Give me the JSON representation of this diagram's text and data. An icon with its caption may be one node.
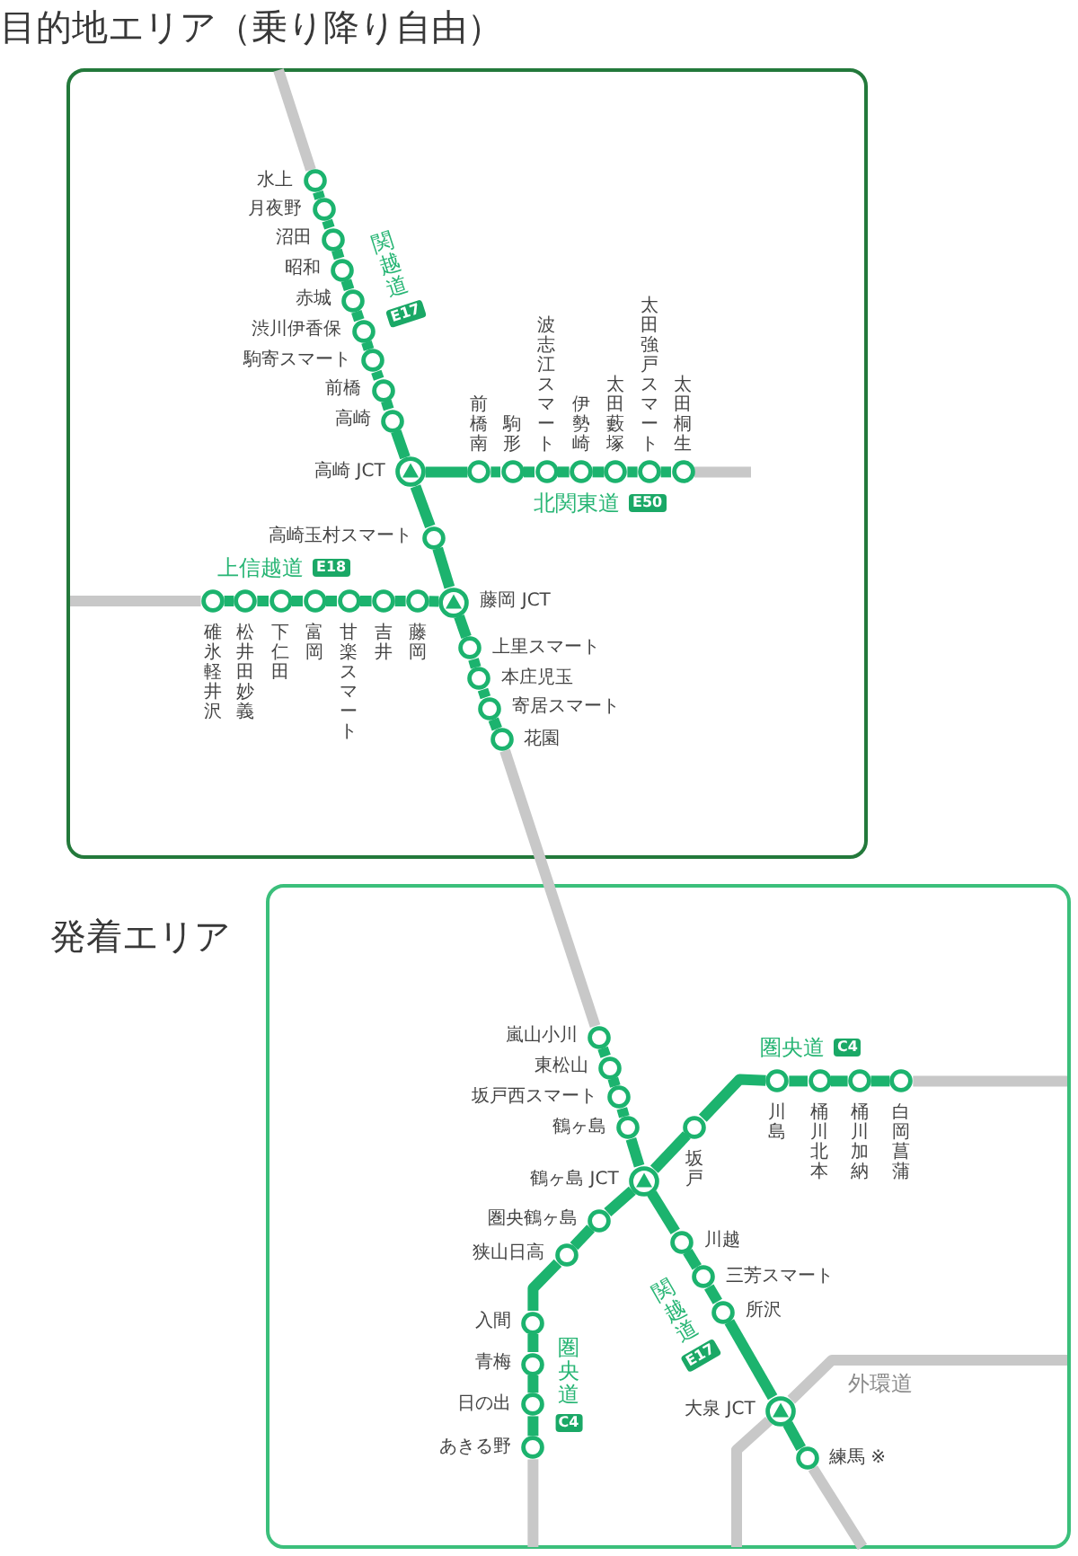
{
  "diagram": {
    "nodes": [
      {
        "text": [
          "目的地エリア（乗り降り自由）"
        ]
      },
      {
        "text": [],
        "shape": "circle",
        "in": 0,
        "beside": [
          "水上"
        ]
      },
      {
        "text": [],
        "shape": "circle",
        "in": 0,
        "beside": [
          "月夜野"
        ]
      },
      {
        "text": [],
        "shape": "circle",
        "in": 0,
        "beside": [
          "沼田"
        ]
      },
      {
        "text": [],
        "shape": "circle",
        "in": 0,
        "beside": [
          "昭和"
        ]
      },
      {
        "text": [],
        "shape": "circle",
        "in": 0,
        "beside": [
          "赤城"
        ]
      },
      {
        "text": [],
        "shape": "circle",
        "in": 0,
        "beside": [
          "渋川伊香保"
        ]
      },
      {
        "text": [],
        "shape": "circle",
        "in": 0,
        "beside": [
          "駒寄スマート"
        ]
      },
      {
        "text": [],
        "shape": "circle",
        "in": 0,
        "beside": [
          "前橋"
        ]
      },
      {
        "text": [],
        "shape": "circle",
        "in": 0,
        "beside": [
          "高崎"
        ]
      },
      {
        "text": [],
        "shape": "triangle",
        "in": 0,
        "beside": [
          "高崎 JCT"
        ]
      },
      {
        "text": [],
        "shape": "circle",
        "in": 0,
        "beside": [
          "前橋南"
        ]
      },
      {
        "text": [],
        "shape": "circle",
        "in": 0,
        "beside": [
          "駒形"
        ]
      },
      {
        "text": [],
        "shape": "circle",
        "in": 0,
        "beside": [
          "波志江スマート"
        ]
      },
      {
        "text": [],
        "shape": "circle",
        "in": 0,
        "beside": [
          "伊勢崎"
        ]
      },
      {
        "text": [],
        "shape": "circle",
        "in": 0,
        "beside": [
          "太田藪塚"
        ]
      },
      {
        "text": [],
        "shape": "circle",
        "in": 0,
        "beside": [
          "太田強戸スマート"
        ]
      },
      {
        "text": [],
        "shape": "circle",
        "in": 0,
        "beside": [
          "太田桐生"
        ]
      },
      {
        "text": [],
        "shape": "circle",
        "in": 0,
        "beside": [
          "高崎玉村スマート"
        ]
      },
      {
        "text": [],
        "shape": "triangle",
        "in": 0,
        "beside": [
          "藤岡 JCT"
        ]
      },
      {
        "text": [],
        "shape": "circle",
        "in": 0,
        "beside": [
          "碓氷軽井沢"
        ]
      },
      {
        "text": [],
        "shape": "circle",
        "in": 0,
        "beside": [
          "松井田妙義"
        ]
      },
      {
        "text": [],
        "shape": "circle",
        "in": 0,
        "beside": [
          "下仁田"
        ]
      },
      {
        "text": [],
        "shape": "circle",
        "in": 0,
        "beside": [
          "富岡"
        ]
      },
      {
        "text": [],
        "shape": "circle",
        "in": 0,
        "beside": [
          "甘楽スマート"
        ]
      },
      {
        "text": [],
        "shape": "circle",
        "in": 0,
        "beside": [
          "吉井"
        ]
      },
      {
        "text": [],
        "shape": "circle",
        "in": 0,
        "beside": [
          "藤岡"
        ]
      },
      {
        "text": [],
        "shape": "circle",
        "in": 0,
        "beside": [
          "上里スマート"
        ]
      },
      {
        "text": [],
        "shape": "circle",
        "in": 0,
        "beside": [
          "本庄児玉"
        ]
      },
      {
        "text": [],
        "shape": "circle",
        "in": 0,
        "beside": [
          "寄居スマート"
        ]
      },
      {
        "text": [],
        "shape": "circle",
        "in": 0,
        "beside": [
          "花園"
        ]
      },
      {
        "text": [
          "発着エリア"
        ]
      },
      {
        "text": [],
        "shape": "circle",
        "in": 31,
        "beside": [
          "嵐山小川"
        ]
      },
      {
        "text": [],
        "shape": "circle",
        "in": 31,
        "beside": [
          "東松山"
        ]
      },
      {
        "text": [],
        "shape": "circle",
        "in": 31,
        "beside": [
          "坂戸西スマート"
        ]
      },
      {
        "text": [],
        "shape": "circle",
        "in": 31,
        "beside": [
          "鶴ヶ島"
        ]
      },
      {
        "text": [],
        "shape": "triangle",
        "in": 31,
        "beside": [
          "鶴ヶ島 JCT"
        ]
      },
      {
        "text": [],
        "shape": "circle",
        "in": 31,
        "beside": [
          "坂戸"
        ]
      },
      {
        "text": [],
        "shape": "circle",
        "in": 31,
        "beside": [
          "川島"
        ]
      },
      {
        "text": [],
        "shape": "circle",
        "in": 31,
        "beside": [
          "桶川北本"
        ]
      },
      {
        "text": [],
        "shape": "circle",
        "in": 31,
        "beside": [
          "桶川加納"
        ]
      },
      {
        "text": [],
        "shape": "circle",
        "in": 31,
        "beside": [
          "白岡菖蒲"
        ]
      },
      {
        "text": [],
        "shape": "circle",
        "in": 31,
        "beside": [
          "圏央鶴ヶ島"
        ]
      },
      {
        "text": [],
        "shape": "circle",
        "in": 31,
        "beside": [
          "狭山日高"
        ]
      },
      {
        "text": [],
        "shape": "circle",
        "in": 31,
        "beside": [
          "入間"
        ]
      },
      {
        "text": [],
        "shape": "circle",
        "in": 31,
        "beside": [
          "青梅"
        ]
      },
      {
        "text": [],
        "shape": "circle",
        "in": 31,
        "beside": [
          "日の出"
        ]
      },
      {
        "text": [],
        "shape": "circle",
        "in": 31,
        "beside": [
          "あきる野"
        ]
      },
      {
        "text": [],
        "shape": "circle",
        "in": 31,
        "beside": [
          "川越"
        ]
      },
      {
        "text": [],
        "shape": "circle",
        "in": 31,
        "beside": [
          "三芳スマート"
        ]
      },
      {
        "text": [],
        "shape": "circle",
        "in": 31,
        "beside": [
          "所沢"
        ]
      },
      {
        "text": [],
        "shape": "triangle",
        "in": 31,
        "beside": [
          "大泉 JCT"
        ]
      },
      {
        "text": [],
        "shape": "circle",
        "in": 31,
        "beside": [
          "練馬 ※"
        ]
      }
    ],
    "edges": [
      {
        "from": 1,
        "to": 2,
        "arrow": "none"
      },
      {
        "from": 2,
        "to": 3,
        "arrow": "none"
      },
      {
        "from": 3,
        "to": 4,
        "arrow": "none"
      },
      {
        "from": 4,
        "to": 5,
        "arrow": "none"
      },
      {
        "from": 5,
        "to": 6,
        "arrow": "none"
      },
      {
        "from": 6,
        "to": 7,
        "arrow": "none"
      },
      {
        "from": 7,
        "to": 8,
        "arrow": "none"
      },
      {
        "from": 8,
        "to": 9,
        "arrow": "none"
      },
      {
        "from": 9,
        "to": 10,
        "arrow": "none"
      },
      {
        "from": 10,
        "to": 11,
        "arrow": "none"
      },
      {
        "from": 11,
        "to": 12,
        "arrow": "none"
      },
      {
        "from": 12,
        "to": 13,
        "arrow": "none"
      },
      {
        "from": 13,
        "to": 14,
        "arrow": "none"
      },
      {
        "from": 14,
        "to": 15,
        "arrow": "none"
      },
      {
        "from": 15,
        "to": 16,
        "arrow": "none"
      },
      {
        "from": 16,
        "to": 17,
        "arrow": "none"
      },
      {
        "from": 10,
        "to": 18,
        "arrow": "none"
      },
      {
        "from": 18,
        "to": 19,
        "arrow": "none"
      },
      {
        "from": 20,
        "to": 21,
        "arrow": "none"
      },
      {
        "from": 21,
        "to": 22,
        "arrow": "none"
      },
      {
        "from": 22,
        "to": 23,
        "arrow": "none"
      },
      {
        "from": 23,
        "to": 24,
        "arrow": "none"
      },
      {
        "from": 24,
        "to": 25,
        "arrow": "none"
      },
      {
        "from": 25,
        "to": 26,
        "arrow": "none"
      },
      {
        "from": 26,
        "to": 19,
        "arrow": "none"
      },
      {
        "from": 19,
        "to": 27,
        "arrow": "none"
      },
      {
        "from": 27,
        "to": 28,
        "arrow": "none"
      },
      {
        "from": 28,
        "to": 29,
        "arrow": "none"
      },
      {
        "from": 29,
        "to": 30,
        "arrow": "none"
      },
      {
        "from": 1,
        "to": null,
        "arrow": "none",
        "color": "#c8c8c8"
      },
      {
        "from": 17,
        "to": null,
        "arrow": "none",
        "color": "#c8c8c8"
      },
      {
        "from": 20,
        "to": null,
        "arrow": "none",
        "color": "#c8c8c8"
      },
      {
        "from": 30,
        "to": 32,
        "arrow": "none",
        "color": "#c8c8c8"
      },
      {
        "from": 32,
        "to": 33,
        "arrow": "none"
      },
      {
        "from": 33,
        "to": 34,
        "arrow": "none"
      },
      {
        "from": 34,
        "to": 35,
        "arrow": "none"
      },
      {
        "from": 35,
        "to": 36,
        "arrow": "none"
      },
      {
        "from": 36,
        "to": 37,
        "arrow": "none"
      },
      {
        "from": 37,
        "to": 38,
        "arrow": "none"
      },
      {
        "from": 38,
        "to": 39,
        "arrow": "none"
      },
      {
        "from": 39,
        "to": 40,
        "arrow": "none"
      },
      {
        "from": 40,
        "to": 41,
        "arrow": "none"
      },
      {
        "from": 41,
        "to": null,
        "arrow": "none",
        "color": "#c8c8c8"
      },
      {
        "from": 36,
        "to": 42,
        "arrow": "none"
      },
      {
        "from": 42,
        "to": 43,
        "arrow": "none"
      },
      {
        "from": 43,
        "to": 44,
        "arrow": "none"
      },
      {
        "from": 44,
        "to": 45,
        "arrow": "none"
      },
      {
        "from": 45,
        "to": 46,
        "arrow": "none"
      },
      {
        "from": 46,
        "to": 47,
        "arrow": "none"
      },
      {
        "from": 47,
        "to": null,
        "arrow": "none",
        "color": "#c8c8c8"
      },
      {
        "from": 36,
        "to": 48,
        "arrow": "none"
      },
      {
        "from": 48,
        "to": 49,
        "arrow": "none"
      },
      {
        "from": 49,
        "to": 50,
        "arrow": "none"
      },
      {
        "from": 50,
        "to": 51,
        "arrow": "none"
      },
      {
        "from": 51,
        "to": 52,
        "arrow": "none"
      },
      {
        "from": 52,
        "to": null,
        "arrow": "none",
        "color": "#c8c8c8"
      },
      {
        "from": 51,
        "to": null,
        "arrow": "none",
        "color": "#c8c8c8"
      },
      {
        "from": 51,
        "to": null,
        "arrow": "none",
        "color": "#c8c8c8"
      }
    ],
    "labels": [
      "関越道",
      "E17",
      "北関東道",
      "E50",
      "上信越道",
      "E18",
      "圏央道",
      "C4",
      "関越道",
      "E17",
      "圏央道",
      "C4",
      "外環道"
    ]
  }
}
